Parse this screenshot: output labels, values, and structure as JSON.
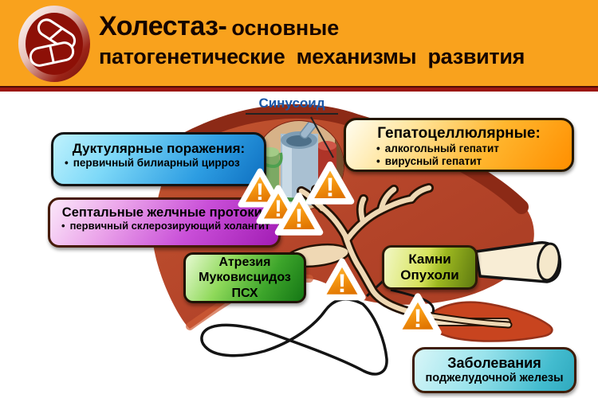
{
  "header": {
    "logo_icon": "pills-icon",
    "title_emphasis": "Холестаз-",
    "title_suffix": "основные",
    "title_line2": "патогенетические механизмы развития"
  },
  "diagram": {
    "sinusoid_label": "Синусоид",
    "bullet_char": "•",
    "warning_char": "!",
    "boxes": {
      "ductular": {
        "title": "Дуктулярные поражения:",
        "bullet": "первичный билиарный цирроз"
      },
      "septal": {
        "title": "Септальные желчные протоки:",
        "bullet": "первичный склерозирующий холангит"
      },
      "hepatocellular": {
        "title": "Гепатоцеллюлярные:",
        "bullets": [
          "алкогольный гепатит",
          "вирусный гепатит"
        ]
      },
      "atresia": {
        "lines": [
          "Атрезия",
          "Муковисцидоз",
          "ПСХ"
        ]
      },
      "stones_tumors": {
        "lines": [
          "Камни",
          "Опухоли"
        ]
      },
      "pancreas_diseases": {
        "lines": [
          "Заболевания",
          "поджелудочной железы"
        ]
      }
    },
    "colors": {
      "header_bg": "#F9A21D",
      "divider": "#9B1712",
      "liver": "#B5452A",
      "liver_dark": "#8C2A16",
      "duct_beige": "#EFD8B4",
      "warning_orange": "#F18A00",
      "box_blue": "#1E94DC",
      "box_purple": "#B832C8",
      "box_orange": "#FF9C00",
      "box_green": "#2E9E23",
      "box_olive": "#9DB820",
      "box_cyan": "#49C0D2"
    }
  }
}
